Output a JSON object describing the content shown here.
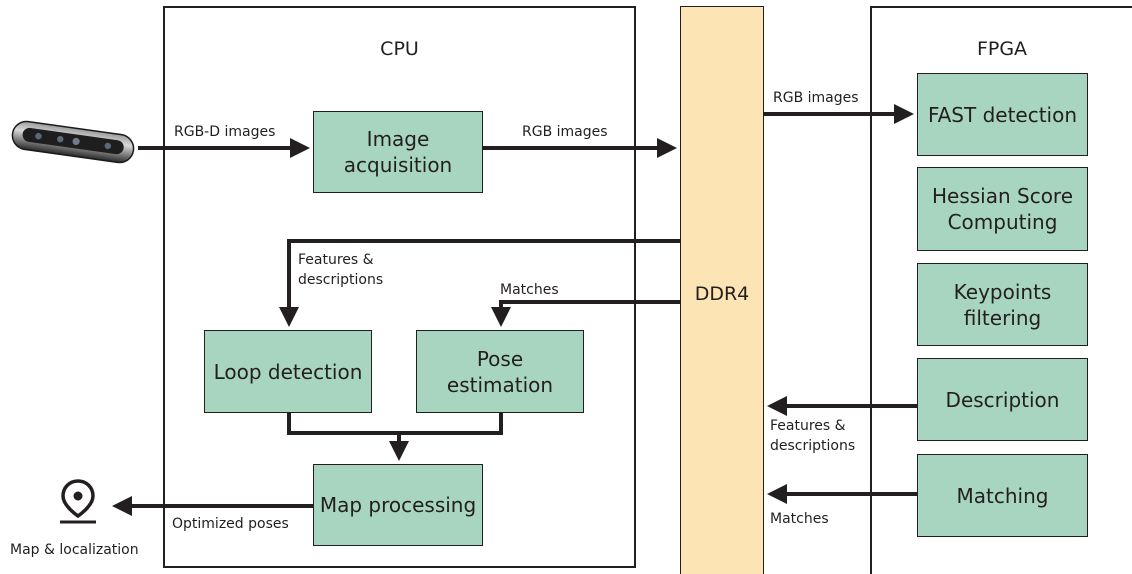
{
  "panels": {
    "cpu_title": "CPU",
    "fpga_title": "FPGA",
    "memory_label": "DDR4"
  },
  "blocks": {
    "image_acquisition": "Image\nacquisition",
    "loop_detection": "Loop detection",
    "pose_estimation": "Pose\nestimation",
    "map_processing": "Map processing",
    "fast_detection": "FAST detection",
    "hessian_score": "Hessian Score\nComputing",
    "keypoints_filtering": "Keypoints\nfiltering",
    "description": "Description",
    "matching": "Matching"
  },
  "edge_labels": {
    "rgbd_images": "RGB-D images",
    "rgb_images_cpu": "RGB images",
    "rgb_images_fpga": "RGB images",
    "features_desc_cpu": "Features &\ndescriptions",
    "matches_cpu": "Matches",
    "features_desc_fpga": "Features &\ndescriptions",
    "matches_fpga": "Matches",
    "optimized_poses": "Optimized poses"
  },
  "output_label": "Map & localization",
  "icons": {
    "camera": "depth-camera-icon",
    "location": "location-pin-icon"
  },
  "colors": {
    "block_fill": "#a8d5c0",
    "memory_fill": "#fce4b4",
    "line": "#231f20"
  }
}
